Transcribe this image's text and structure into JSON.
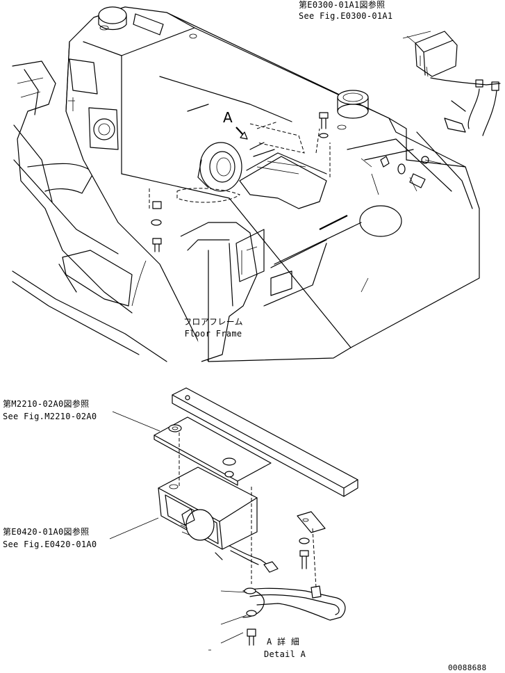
{
  "refs": {
    "e0300": {
      "jp": "第E0300-01A1図参照",
      "en": "See Fig.E0300-01A1"
    },
    "floor_frame": {
      "jp": "フロアフレーム",
      "en": "Floor Frame"
    },
    "view_marker": "A",
    "m2210": {
      "jp": "第M2210-02A0図参照",
      "en": "See Fig.M2210-02A0"
    },
    "e0420": {
      "jp": "第E0420-01A0図参照",
      "en": "See Fig.E0420-01A0"
    },
    "detail_a": {
      "jp": "A 詳 細",
      "en": "Detail A"
    }
  },
  "drawing_number": "00088688"
}
